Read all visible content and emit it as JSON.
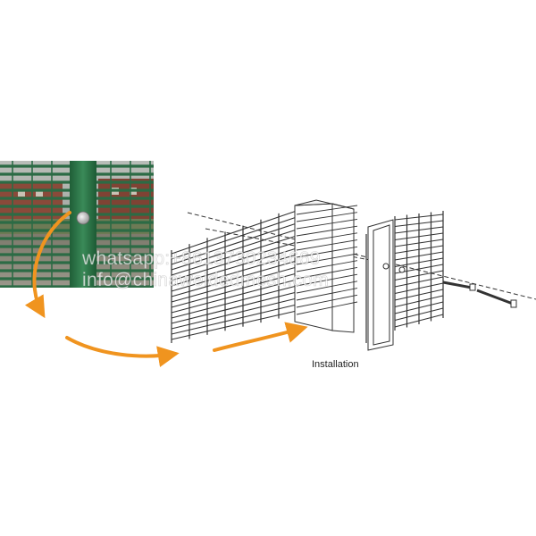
{
  "caption": {
    "installation": "Installation"
  },
  "watermark": {
    "line1": "whatsapp:+8613730234669",
    "line2": "info@chinaweldedmesh.com"
  },
  "colors": {
    "post_green": "#2f7a4a",
    "arrow_orange": "#f0941f",
    "drawing_line": "#333333",
    "photo_bg": "#8d8f86",
    "brick": "#8a4a3a"
  },
  "icons": {
    "photo": "fence-closeup-photo",
    "arrows": "curved-arrow-icon"
  }
}
